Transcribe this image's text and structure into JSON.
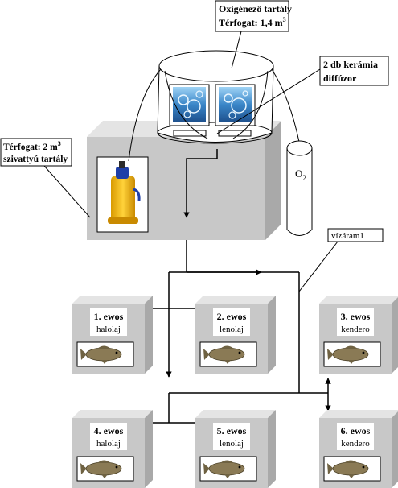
{
  "oxygenator": {
    "title": "Oxigénező tartály",
    "volume": "Térfogat: 1,4 m",
    "volume_sup": "3"
  },
  "diffuser_label": {
    "line1": "2 db kerámia",
    "line2": "diffúzor"
  },
  "pump_tank": {
    "line1": "Térfogat: 2 m",
    "line1_sup": "3",
    "line2": "szivattyú tartály"
  },
  "o2_cylinder": {
    "label": "O",
    "sub": "2"
  },
  "flow_label": "vízáram1",
  "ponds": [
    {
      "name": "1. ewos",
      "oil": "halolaj"
    },
    {
      "name": "2. ewos",
      "oil": "lenolaj"
    },
    {
      "name": "3. ewos",
      "oil": "kendero"
    },
    {
      "name": "4. ewos",
      "oil": "halolaj"
    },
    {
      "name": "5. ewos",
      "oil": "lenolaj"
    },
    {
      "name": "6. ewos",
      "oil": "kendero"
    }
  ],
  "colors": {
    "box_face": "#c8c8c8",
    "box_side": "#a9a9a9",
    "box_top": "#e4e4e4",
    "water": "#3a86c8",
    "fish": "#8a7a55",
    "pump_yellow": "#f2b800",
    "pump_blue": "#1f3fa8"
  }
}
